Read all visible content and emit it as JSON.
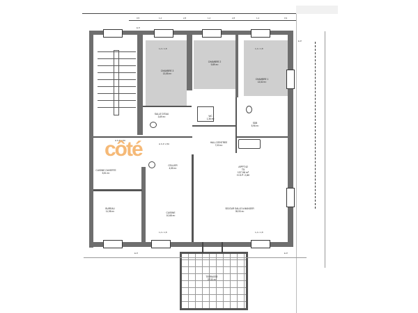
{
  "plan": {
    "apartment": {
      "label": "APPT42",
      "type": "T5",
      "surface": "137,98 m²",
      "hsp": "H.S.P. 2,80"
    },
    "rooms": [
      {
        "id": "chambre-3",
        "name": "CHAMBRE 3",
        "area": "13,55 m²"
      },
      {
        "id": "chambre-2",
        "name": "CHAMBRE 2",
        "area": "9,89 m²"
      },
      {
        "id": "chambre-1",
        "name": "CHAMBRE 1",
        "area": "13,52 m²"
      },
      {
        "id": "salle-eau",
        "name": "SALLE D'EAU",
        "area": "3,69 m²"
      },
      {
        "id": "wc",
        "name": "WC",
        "area": "1,36 m²"
      },
      {
        "id": "sdb",
        "name": "SDB",
        "area": "5,96 m²"
      },
      {
        "id": "hall",
        "name": "HALL D'ENTREE",
        "area": "7,03 m²"
      },
      {
        "id": "cellier",
        "name": "CELLIER",
        "area": "4,55 m²"
      },
      {
        "id": "cuisine-ouverte",
        "name": "CUISINE OUVERTE",
        "area": "5,51 m²"
      },
      {
        "id": "cuisine",
        "name": "CUISINE",
        "area": "10,68 m²"
      },
      {
        "id": "bureau",
        "name": "BUREAU",
        "area": "11,98 m²"
      },
      {
        "id": "sejour",
        "name": "SEJOUR SALLE A MANGER",
        "area": "39,93 m²"
      },
      {
        "id": "terrasse",
        "name": "TERRASSE",
        "area": "22,50 m²"
      }
    ],
    "annotations": {
      "ep_top_left": "E.P.",
      "ep_top_right": "E.P.",
      "ep_bottom_left": "E.P.",
      "ep_bottom_right": "E.P.",
      "hsp_1": "H.S.P. 2,50",
      "hsp_2": "H.S.P. 2,50",
      "window_1": "1,4 x 1,8",
      "window_2": "1,4 x 1,8",
      "window_3": "1,4 x 1,8",
      "window_4": "1,4 x 1,8"
    },
    "top_dims": [
      "0,5",
      "1,2",
      "2,8",
      "1,2",
      "2,8",
      "1,2",
      "0,9"
    ],
    "watermark": "côté"
  }
}
